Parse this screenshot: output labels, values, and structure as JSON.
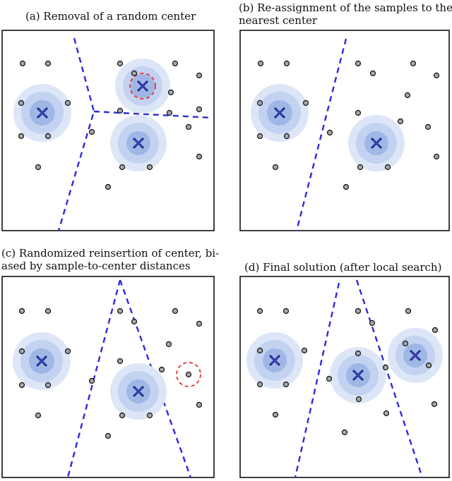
{
  "captions": {
    "a": [
      "(a)  Removal of a random center"
    ],
    "b": [
      "(b)  Re-assignment of the samples to their",
      "nearest center"
    ],
    "c": [
      "(c)  Randomized reinsertion of center, bi-",
      "ased by sample-to-center distances"
    ],
    "d": [
      "(d)  Final solution (after local search)"
    ]
  },
  "icons": {
    "center": "cross-mark-icon",
    "sample": "sample-dot",
    "highlight": "dashed-circle-highlight"
  },
  "colors": {
    "boundary": "#2b2bdc",
    "highlight": "#e83030",
    "halo_outer": "#dce6f7",
    "halo_mid": "#c2d2f0",
    "halo_inner": "#9fb7e6",
    "sample_fill": "#a8a8a8"
  }
}
